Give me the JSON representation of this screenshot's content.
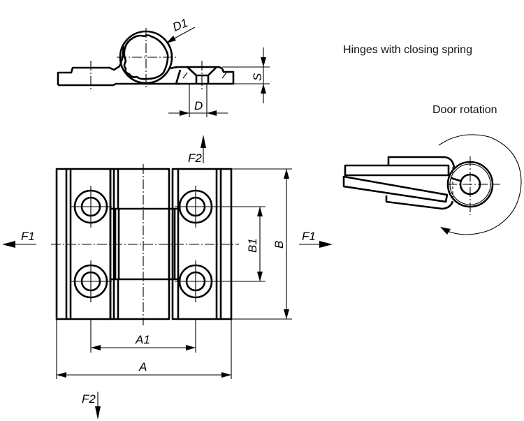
{
  "captions": {
    "title": "Hinges with closing spring",
    "rotation": "Door rotation"
  },
  "dimensions": {
    "D1": "D1",
    "D": "D",
    "S": "S",
    "A": "A",
    "A1": "A1",
    "B": "B",
    "B1": "B1"
  },
  "forces": {
    "F1_left": "F1",
    "F1_right": "F1",
    "F2_top": "F2",
    "F2_bottom": "F2"
  },
  "colors": {
    "line": "#000000",
    "background": "#ffffff"
  }
}
